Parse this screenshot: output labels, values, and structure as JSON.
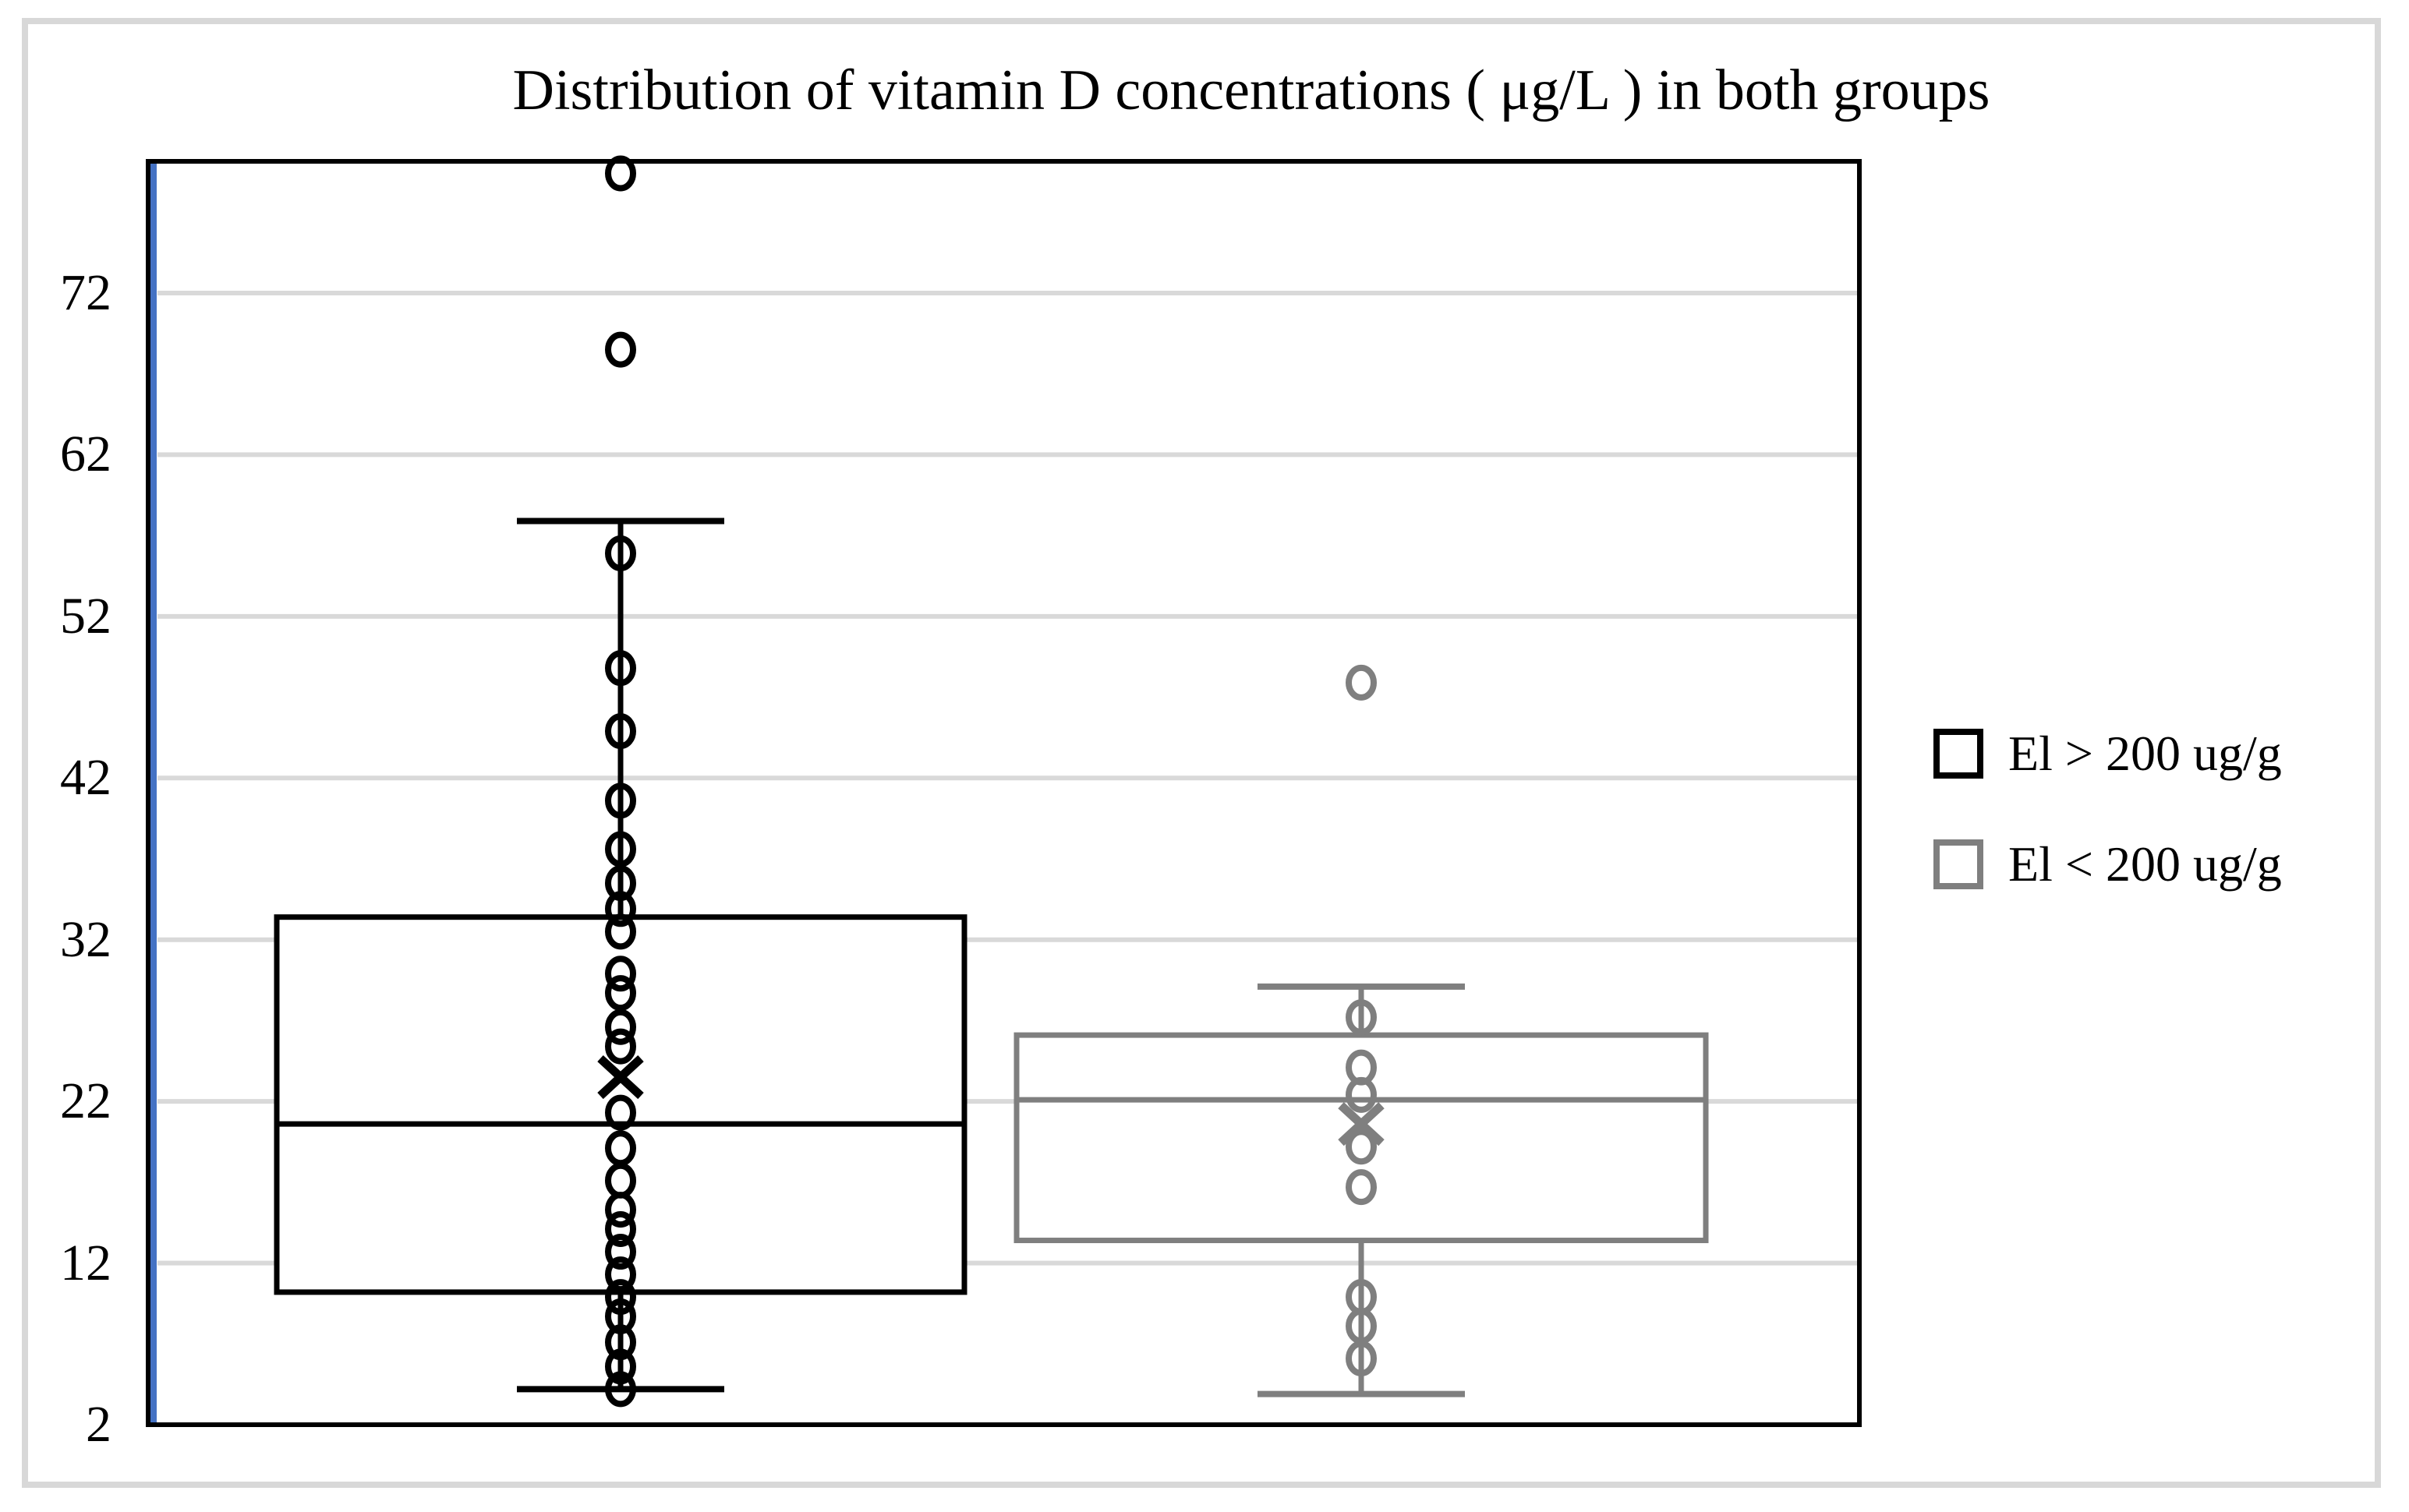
{
  "title": "Distribution of vitamin D concentrations ( μg/L ) in both groups",
  "colors": {
    "series1": "#000000",
    "series2": "#7f7f7f",
    "gridline": "#d9d9d9",
    "figure_border": "#d8d8d8",
    "axis_highlight_stripe": "#4472c4",
    "background": "#ffffff"
  },
  "legend": {
    "entries": [
      {
        "label": "El > 200 ug/g",
        "color": "#000000"
      },
      {
        "label": "El < 200 ug/g",
        "color": "#7f7f7f"
      }
    ]
  },
  "chart_data": {
    "type": "boxplot",
    "title": "Distribution of vitamin D concentrations ( μg/L ) in both groups",
    "ylabel": "",
    "xlabel": "",
    "ylim": [
      2,
      80
    ],
    "yticks": [
      72,
      62,
      52,
      42,
      32,
      22,
      12,
      2
    ],
    "grid": "horizontal",
    "legend_position": "right",
    "series": [
      {
        "name": "El > 200 ug/g",
        "color": "#000000",
        "whisker_low": 4.2,
        "q1": 10.2,
        "median": 20.6,
        "q3": 33.4,
        "whisker_high": 57.9,
        "mean": 23.5,
        "points": [
          79.4,
          68.5,
          55.9,
          48.8,
          44.9,
          40.6,
          37.6,
          35.5,
          33.9,
          32.5,
          29.9,
          28.7,
          26.6,
          25.4,
          21.3,
          19.1,
          17.1,
          15.3,
          14.1,
          12.7,
          11.3,
          9.9,
          8.7,
          7.1,
          5.6,
          4.2
        ]
      },
      {
        "name": "El < 200 ug/g",
        "color": "#7f7f7f",
        "whisker_low": 3.9,
        "q1": 13.4,
        "median": 22.1,
        "q3": 26.1,
        "whisker_high": 29.1,
        "mean": 20.6,
        "points": [
          47.9,
          27.2,
          24.1,
          22.4,
          19.2,
          16.7,
          9.9,
          8.1,
          6.1
        ]
      }
    ]
  }
}
